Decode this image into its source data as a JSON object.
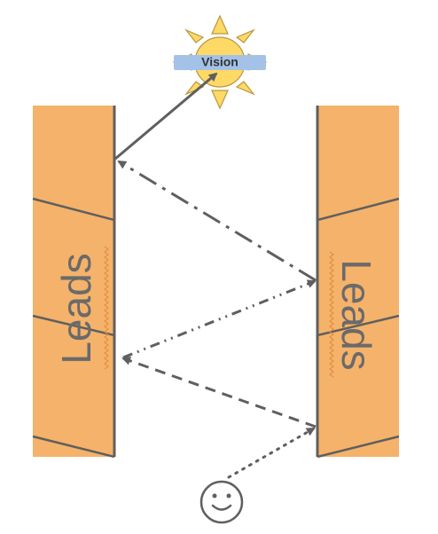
{
  "diagram": {
    "left_column": {
      "label": "Leads"
    },
    "right_column": {
      "label": "Leads"
    },
    "goal": {
      "label": "Vision",
      "icon": "sun-icon"
    },
    "start": {
      "icon": "smiley-face-icon"
    },
    "colors": {
      "column_fill": "#F5B26A",
      "column_line": "#5F5F5F",
      "arrow": "#5F5F5F",
      "sun_fill": "#FFD966",
      "sun_stroke": "#B8973F",
      "vision_banner": "#A4C2E8",
      "squiggle": "#E0883A"
    }
  }
}
